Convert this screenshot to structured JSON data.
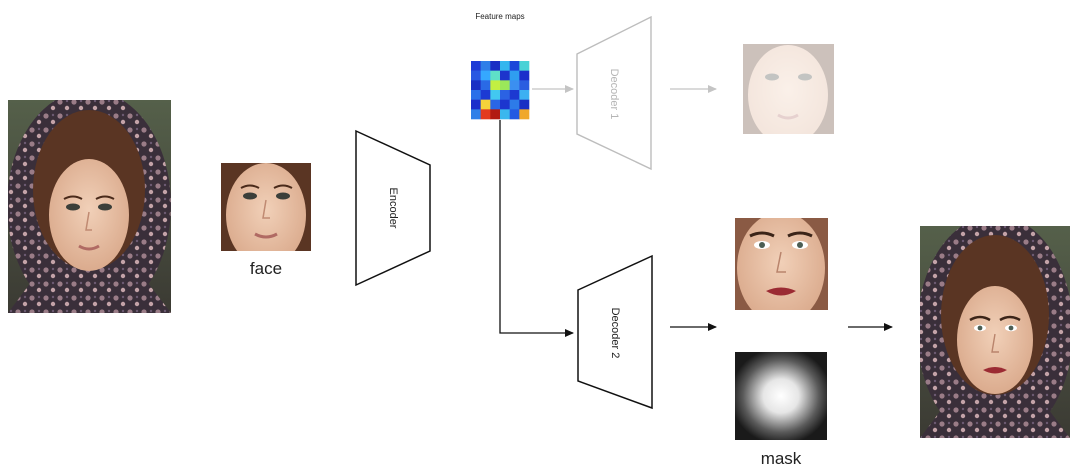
{
  "labels": {
    "feature_maps": "Feature maps",
    "encoder": "Encoder",
    "decoder1": "Decoder 1",
    "decoder2": "Decoder 2",
    "face": "face",
    "mask": "mask"
  },
  "colors": {
    "line": "#111111",
    "faded_line": "#bdbdbd",
    "faded_text": "#b5b5b5",
    "headscarf_dark": "#3a2f3a",
    "headscarf_pattern": "#9a7c87",
    "hair": "#5a3523",
    "skin": "#e9c2a6",
    "lips": "#9b2b33",
    "background_photo": "#4f5b3f"
  },
  "feature_map_grid": [
    [
      "#1e3cd6",
      "#2f7fe8",
      "#1a2fc4",
      "#33b6ee",
      "#1c46d9",
      "#49d2d6"
    ],
    [
      "#2958e2",
      "#35a8ff",
      "#5fe0c8",
      "#1d35cc",
      "#2f9ef0",
      "#1b2ecb"
    ],
    [
      "#1a2fc4",
      "#2a6ae6",
      "#c2ef42",
      "#9be85a",
      "#3b8ff0",
      "#2b5de0"
    ],
    [
      "#2a70e9",
      "#1c3ad3",
      "#42c8f0",
      "#2b62e3",
      "#1c39d1",
      "#3cb0f2"
    ],
    [
      "#1b2ecb",
      "#f5d23a",
      "#2a66e6",
      "#1c36cf",
      "#2d7be8",
      "#1a2fc4"
    ],
    [
      "#2f7fe8",
      "#e33a1f",
      "#b21a12",
      "#3bb7ee",
      "#2459e2",
      "#f0a82a"
    ]
  ]
}
